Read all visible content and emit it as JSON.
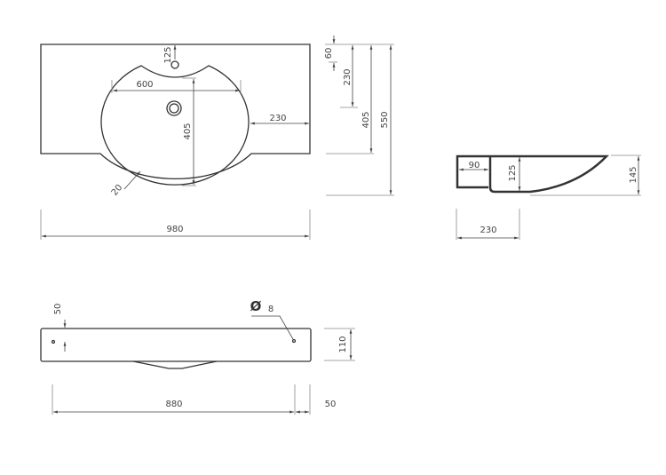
{
  "top_view": {
    "tap_offset": "125",
    "bowl_width": "600",
    "bowl_depth": "405",
    "side_margin": "230",
    "rim": "20",
    "total_width": "980"
  },
  "side_heights": {
    "h60": "60",
    "h230": "230",
    "h405": "405",
    "h550": "550"
  },
  "profile_view": {
    "width_90": "90",
    "depth_125": "125",
    "height_145": "145",
    "width_230": "230"
  },
  "front_view": {
    "hole_offset": "50",
    "hole_symbol": "Ø",
    "hole_diameter": "8",
    "height": "110",
    "hole_spacing": "880",
    "edge_offset": "50"
  }
}
